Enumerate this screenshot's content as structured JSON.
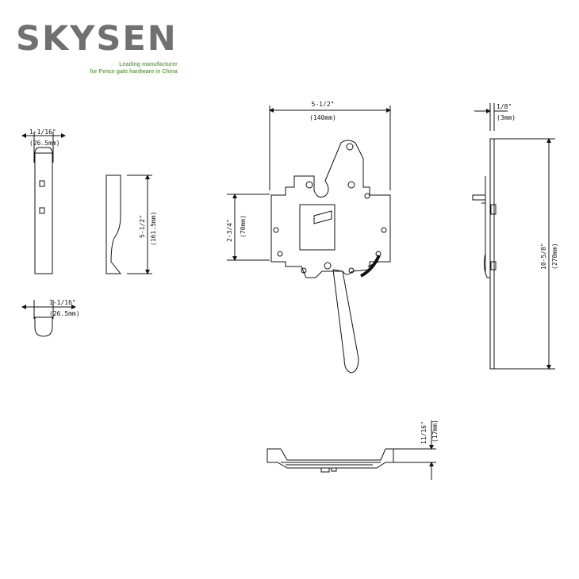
{
  "brand": {
    "name": "SKYSEN",
    "tagline_line1": "Leading manufacturer",
    "tagline_line2": "for Fence gate hardware in China"
  },
  "dimensions": {
    "side_top_width_in": "1-1/16\"",
    "side_top_width_mm": "(26.5mm)",
    "side_bottom_width_in": "1-1/16\"",
    "side_bottom_width_mm": "(26.5mm)",
    "keeper_height_in": "5-1/2\"",
    "keeper_height_mm": "(161.5mm)",
    "front_width_in": "5-1/2\"",
    "front_width_mm": "(140mm)",
    "front_height_in": "2-3/4\"",
    "front_height_mm": "(70mm)",
    "thickness_in": "1/8\"",
    "thickness_mm": "(3mm)",
    "total_height_in": "10-5/8\"",
    "total_height_mm": "(270mm)",
    "base_height_in": "11/16\"",
    "base_height_mm": "(17mm)"
  },
  "colors": {
    "brand_gray": "#707070",
    "tagline_green": "#6aa84f",
    "line": "#111111"
  }
}
